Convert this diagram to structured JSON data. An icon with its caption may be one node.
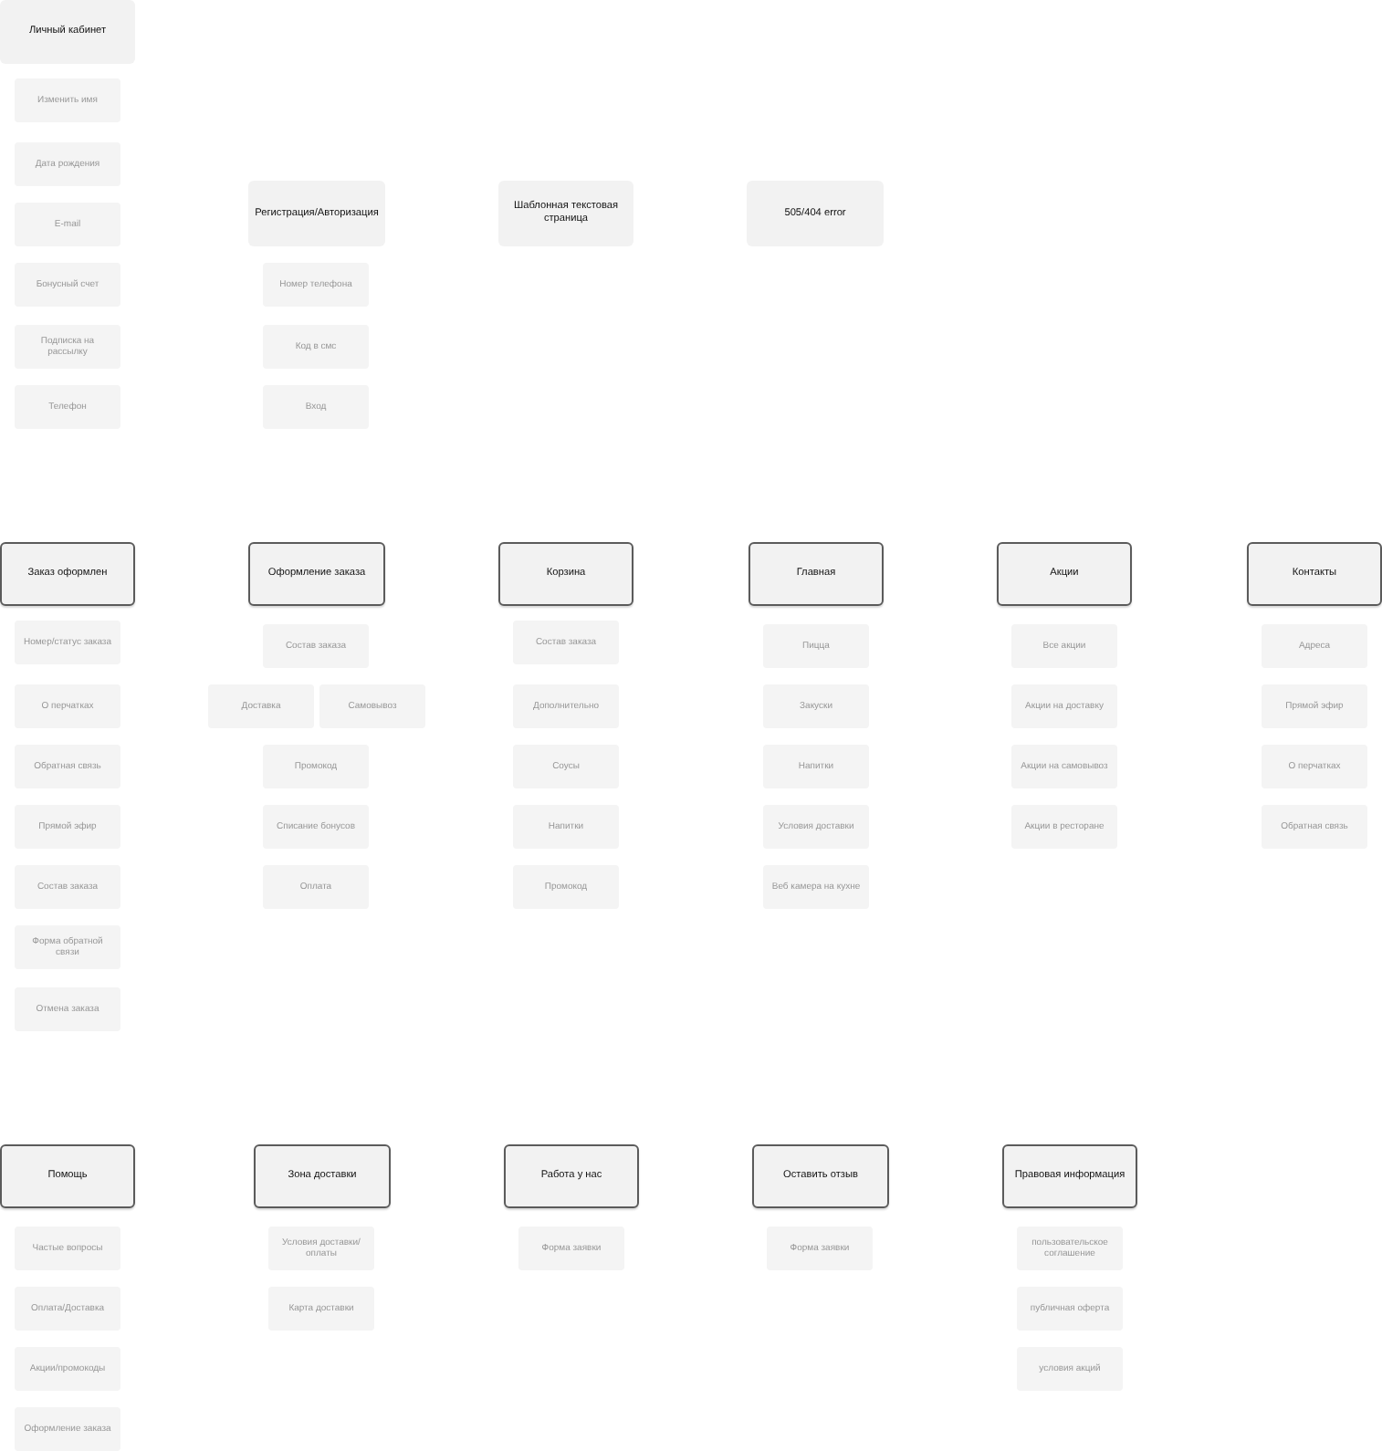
{
  "diagram": {
    "nodes": [
      {
        "text": [
          "Личный кабинет"
        ]
      },
      {
        "text": [
          "Изменить имя"
        ]
      },
      {
        "text": [
          "Дата рождения"
        ]
      },
      {
        "text": [
          "E-mail"
        ]
      },
      {
        "text": [
          "Бонусный счет"
        ]
      },
      {
        "text": [
          "Подписка на рассылку"
        ]
      },
      {
        "text": [
          "Телефон"
        ]
      },
      {
        "text": [
          "Регистрация/Авторизация"
        ]
      },
      {
        "text": [
          "Номер телефона"
        ]
      },
      {
        "text": [
          "Код в смс"
        ]
      },
      {
        "text": [
          "Вход"
        ]
      },
      {
        "text": [
          "Шаблонная текстовая страница"
        ]
      },
      {
        "text": [
          "505/404 error"
        ]
      },
      {
        "text": [
          "Заказ оформлен"
        ]
      },
      {
        "text": [
          "Номер/статус заказа"
        ]
      },
      {
        "text": [
          "О перчатках"
        ]
      },
      {
        "text": [
          "Обратная связь"
        ]
      },
      {
        "text": [
          "Прямой эфир"
        ]
      },
      {
        "text": [
          "Состав заказа"
        ]
      },
      {
        "text": [
          "Форма обратной связи"
        ]
      },
      {
        "text": [
          "Отмена заказа"
        ]
      },
      {
        "text": [
          "Оформление заказа"
        ]
      },
      {
        "text": [
          "Состав заказа"
        ]
      },
      {
        "text": [
          "Доставка"
        ]
      },
      {
        "text": [
          "Самовывоз"
        ]
      },
      {
        "text": [
          "Промокод"
        ]
      },
      {
        "text": [
          "Списание бонусов"
        ]
      },
      {
        "text": [
          "Оплата"
        ]
      },
      {
        "text": [
          "Корзина"
        ]
      },
      {
        "text": [
          "Состав заказа"
        ]
      },
      {
        "text": [
          "Дополнительно"
        ]
      },
      {
        "text": [
          "Соусы"
        ]
      },
      {
        "text": [
          "Напитки"
        ]
      },
      {
        "text": [
          "Промокод"
        ]
      },
      {
        "text": [
          "Главная"
        ]
      },
      {
        "text": [
          "Пицца"
        ]
      },
      {
        "text": [
          "Закуски"
        ]
      },
      {
        "text": [
          "Напитки"
        ]
      },
      {
        "text": [
          "Условия доставки"
        ]
      },
      {
        "text": [
          "Веб камера на кухне"
        ]
      },
      {
        "text": [
          "Акции"
        ]
      },
      {
        "text": [
          "Все акции"
        ]
      },
      {
        "text": [
          "Акции на доставку"
        ]
      },
      {
        "text": [
          "Акции на самовывоз"
        ]
      },
      {
        "text": [
          "Акции в ресторане"
        ]
      },
      {
        "text": [
          "Контакты"
        ]
      },
      {
        "text": [
          "Адреса"
        ]
      },
      {
        "text": [
          "Прямой эфир"
        ]
      },
      {
        "text": [
          "О перчатках"
        ]
      },
      {
        "text": [
          "Обратная связь"
        ]
      },
      {
        "text": [
          "Помощь"
        ]
      },
      {
        "text": [
          "Частые вопросы"
        ]
      },
      {
        "text": [
          "Оплата/Доставка"
        ]
      },
      {
        "text": [
          "Акции/промокоды"
        ]
      },
      {
        "text": [
          "Оформление заказа"
        ]
      },
      {
        "text": [
          "Зона доставки"
        ]
      },
      {
        "text": [
          "Условия доставки/оплаты"
        ]
      },
      {
        "text": [
          "Карта доставки"
        ]
      },
      {
        "text": [
          "Работа у нас"
        ]
      },
      {
        "text": [
          "Форма заявки"
        ]
      },
      {
        "text": [
          "Оставить отзыв"
        ]
      },
      {
        "text": [
          "Форма заявки"
        ]
      },
      {
        "text": [
          "Правовая информация"
        ]
      },
      {
        "text": [
          "пользовательское соглашение"
        ]
      },
      {
        "text": [
          "публичная оферта"
        ]
      },
      {
        "text": [
          "условия акций"
        ]
      }
    ]
  }
}
